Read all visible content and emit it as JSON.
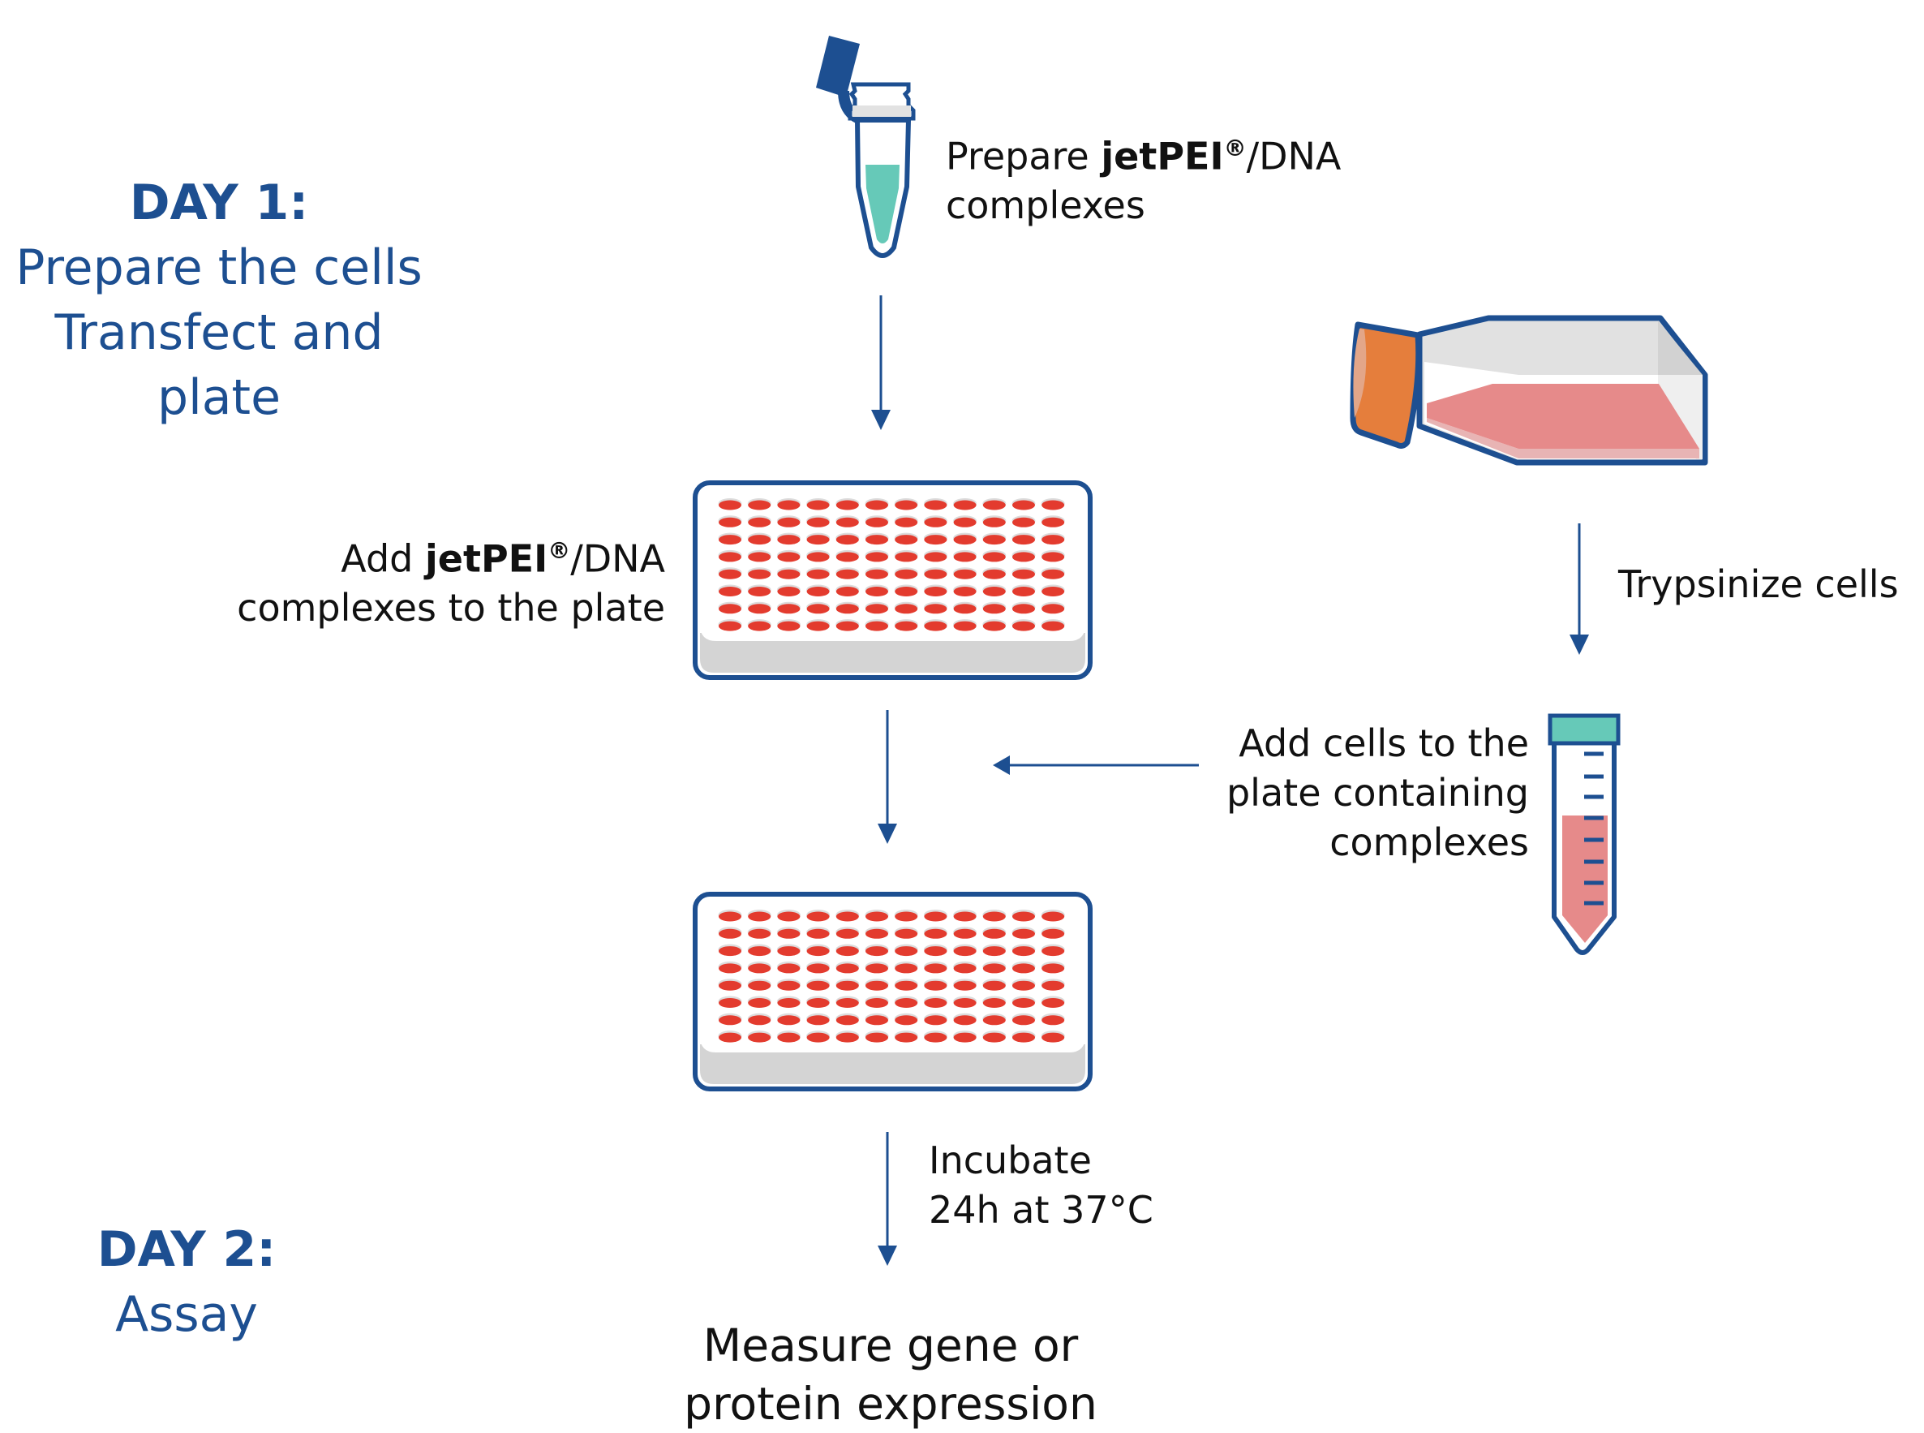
{
  "colors": {
    "accent_blue": "#1d4f91",
    "well_red": "#e33b2e",
    "teal_liquid": "#66c9b8",
    "pink_medium": "#e68a8a",
    "flask_cap_orange": "#e57e3c",
    "plate_gray": "#d4d4d4"
  },
  "day1": {
    "heading": "DAY 1:",
    "lines": [
      "Prepare the cells",
      "Transfect and",
      "plate"
    ]
  },
  "day2": {
    "heading": "DAY 2:",
    "lines": [
      "Assay"
    ]
  },
  "steps": {
    "prepare": {
      "pre": "Prepare ",
      "brand": "jetPEI",
      "reg": "®",
      "post": "/DNA",
      "line2": "complexes"
    },
    "add_complexes": {
      "pre": "Add ",
      "brand": "jetPEI",
      "reg": "®",
      "post": "/DNA",
      "line2": "complexes to the plate"
    },
    "trypsinize": "Trypsinize cells",
    "add_cells": [
      "Add cells to the",
      "plate containing",
      "complexes"
    ],
    "incubate": [
      "Incubate",
      "24h at 37°C"
    ],
    "measure": [
      "Measure gene or",
      "protein expression"
    ]
  },
  "plate": {
    "rows": 8,
    "columns": 12
  },
  "icons": {
    "microtube": "microcentrifuge-tube-icon",
    "flask": "cell-culture-flask-icon",
    "falcon": "conical-tube-icon",
    "plate": "96-well-plate-icon"
  }
}
